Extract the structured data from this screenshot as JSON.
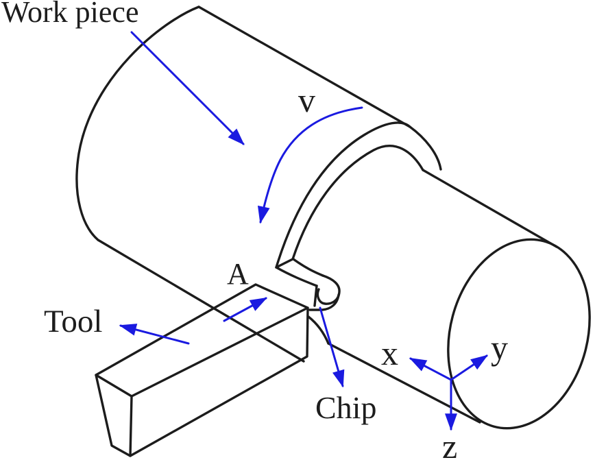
{
  "diagram": {
    "labels": {
      "workpiece": "Work piece",
      "tool": "Tool",
      "chip": "Chip",
      "point_a": "A",
      "velocity": "v",
      "axis_x": "x",
      "axis_y": "y",
      "axis_z": "z"
    },
    "colors": {
      "outline": "#1c1c1c",
      "annotation_blue": "#1a1ae0",
      "text": "#1d1d1d",
      "background": "#ffffff"
    },
    "icons": {
      "rotation_arrow": "curved-arrow-counterclockwise",
      "workpiece_pointer_arrow": "straight-arrow-down-right",
      "tool_pointer_arrow": "straight-arrow-up-left",
      "feed_arrow": "straight-arrow-up-right",
      "chip_flow_arrow": "straight-arrow-down-right",
      "axis_triad": "x-y-z-arrows"
    }
  }
}
